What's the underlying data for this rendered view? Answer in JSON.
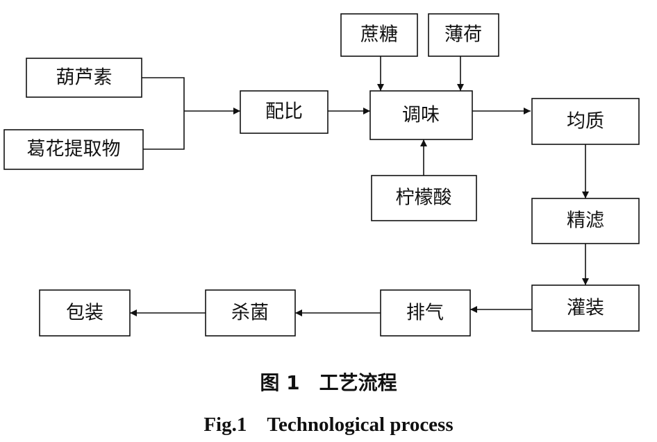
{
  "nodes": {
    "hulusu": "葫芦素",
    "gehua": "葛花提取物",
    "peibi": "配比",
    "zhetang": "蔗糖",
    "bohe": "薄荷",
    "tiaowei": "调味",
    "ningmengsuan": "柠檬酸",
    "junzhi": "均质",
    "jinglv": "精滤",
    "guanzhuang": "灌装",
    "paiqi": "排气",
    "shajun": "杀菌",
    "baozhuang": "包装"
  },
  "caption": {
    "cn": "图 1　工艺流程",
    "en": "Fig.1　Technological process"
  }
}
